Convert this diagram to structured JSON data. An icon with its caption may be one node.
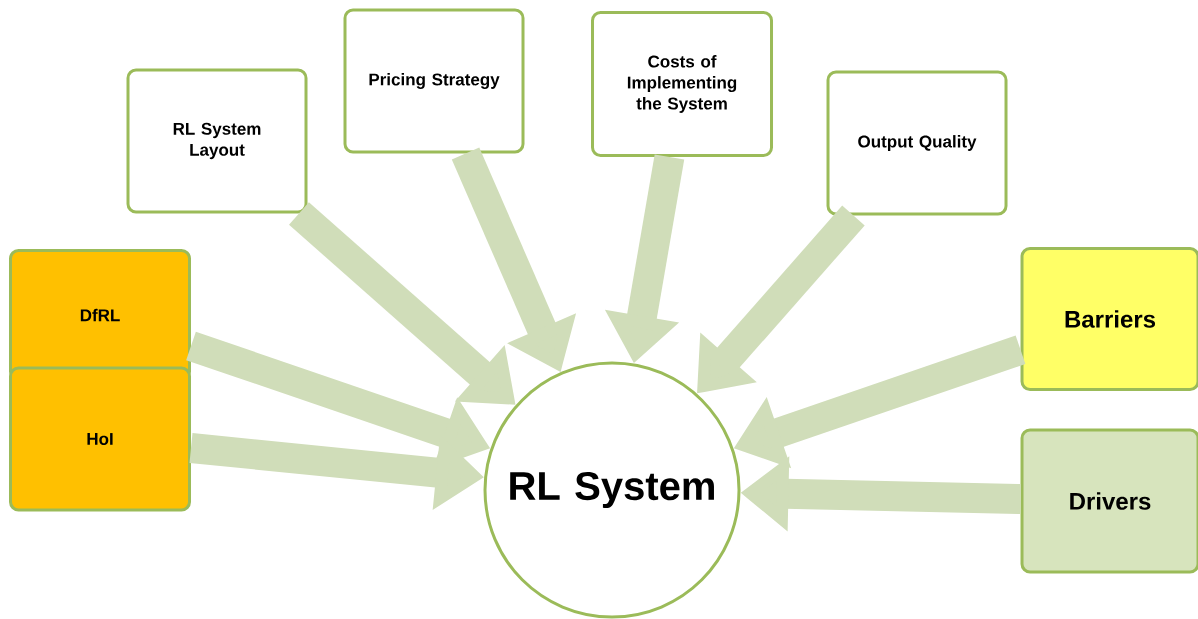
{
  "diagram": {
    "nodes": [
      {
        "text": [
          "RL System Layout"
        ]
      },
      {
        "text": [
          "Pricing Strategy"
        ]
      },
      {
        "text": [
          "Costs of Implementing the System"
        ]
      },
      {
        "text": [
          "Output Quality"
        ]
      },
      {
        "text": [
          "DfRL"
        ]
      },
      {
        "text": [
          "HoI"
        ]
      },
      {
        "text": [
          "Barriers"
        ]
      },
      {
        "text": [
          "Drivers"
        ]
      },
      {
        "text": [
          "RL System"
        ]
      }
    ],
    "edges": [
      {
        "from": 0,
        "to": 8,
        "arrow": "to"
      },
      {
        "from": 1,
        "to": 8,
        "arrow": "to"
      },
      {
        "from": 2,
        "to": 8,
        "arrow": "to"
      },
      {
        "from": 3,
        "to": 8,
        "arrow": "to"
      },
      {
        "from": 4,
        "to": 8,
        "arrow": "to"
      },
      {
        "from": 5,
        "to": 8,
        "arrow": "to"
      },
      {
        "from": 6,
        "to": 8,
        "arrow": "to"
      },
      {
        "from": 7,
        "to": 8,
        "arrow": "to"
      }
    ]
  }
}
